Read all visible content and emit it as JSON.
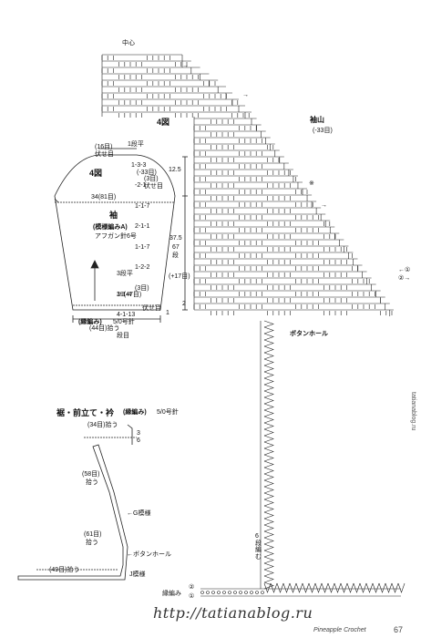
{
  "grid_section": {
    "center_label": "中心",
    "figure_label": "4図",
    "sleeve_cap_label": "袖山",
    "sleeve_cap_count": "(-33目)",
    "left_marker": "②→",
    "right_marker": "←①",
    "markers": [
      "→",
      "→",
      "※",
      "→",
      "←"
    ]
  },
  "sleeve": {
    "figure_label": "4図",
    "title": "袖",
    "pattern": "(模様編みA)",
    "needle": "アフガン針6号",
    "top_stitch": "(16目)",
    "top_bindoff": "伏せ目",
    "width_top": "34(81目)",
    "dec_left": "(3目)",
    "dec_left2": "伏せ目",
    "dec_count": "(-33目)",
    "dec_rows": [
      "1段平",
      "1-3-3",
      "-2-1",
      "1-1-7",
      "2-1-1",
      "1-1-7",
      "1-2-2",
      "(3目)"
    ],
    "dec_note": "伏せ目",
    "inc_title": "3段平",
    "inc_rows": [
      "3-1-4",
      "4-1-13",
      "段目"
    ],
    "inc_total": "(+17目)",
    "width_bottom": "19(47目)",
    "edge_note": "(縁編み)",
    "edge_needle": "5/0号針",
    "edge_pickup": "(44目)拾う",
    "dim_12_5": "12.5",
    "dim_37_5": "37.5",
    "dim_67": "67",
    "dim_rows": "段",
    "dim_2": "2",
    "dim_1": "1"
  },
  "buttonhole": {
    "label": "ボタンホール"
  },
  "front": {
    "title": "裾・前立て・衿",
    "pattern": "(縁編み)",
    "needle": "5/0号針",
    "top_pickup": "(34目)拾う",
    "top_3": "3",
    "top_6": "6",
    "left_pickup": "(58目)",
    "left_pickup2": "拾う",
    "pattern_g": "←G模様",
    "left_pickup3": "(61目)",
    "left_pickup4": "拾う",
    "buttonhole_note": "←ボタンホール",
    "bottom_pickup": "(49目)拾う",
    "pattern_j": "J模様",
    "rows_label": "6段編む",
    "edge_label": "縁編み",
    "edge_marks": [
      "②",
      "①"
    ]
  },
  "footer": {
    "watermark": "http://tatianablog.ru",
    "magazine": "Pineapple Crochet",
    "page_no": "67",
    "side_url": "tatianablog.ru"
  }
}
